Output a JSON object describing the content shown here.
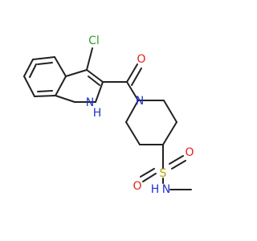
{
  "molecule": {
    "atoms": {
      "cl": {
        "label": "Cl",
        "color": "#33a02c"
      },
      "nh": {
        "label": "H",
        "color": "#2233cc"
      },
      "n_indole": {
        "label": "N",
        "color": "#2233cc"
      },
      "o_carbonyl": {
        "label": "O",
        "color": "#e2201c"
      },
      "n_piperidine": {
        "label": "N",
        "color": "#2233cc"
      },
      "s": {
        "label": "S",
        "color": "#b8a300"
      },
      "o_sulfonyl_1": {
        "label": "O",
        "color": "#e2201c"
      },
      "o_sulfonyl_2": {
        "label": "O",
        "color": "#e2201c"
      },
      "n_sulfonamide": {
        "label": "N",
        "color": "#2233cc"
      },
      "h_sulfonamide": {
        "label": "H",
        "color": "#2233cc"
      }
    },
    "bond_color": "#222222"
  }
}
